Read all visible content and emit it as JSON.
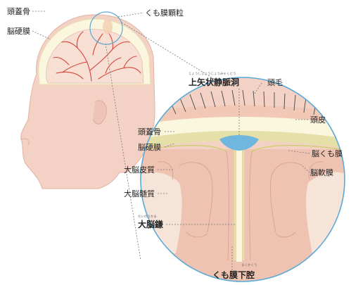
{
  "labels": {
    "skull_outer": "頭蓋骨",
    "dura_outer": "脳硬膜",
    "arachnoid_granulation": "くも膜顆粒",
    "sinus": "上矢状静脈洞",
    "sinus_ruby": "じょうしじょうじょうみゃくどう",
    "hair": "頭毛",
    "scalp": "頭皮",
    "skull_inner": "頭蓋骨",
    "dura_inner": "脳硬膜",
    "arachnoid": "脳くも膜",
    "pia": "脳軟膜",
    "cortex": "大脳皮質",
    "medulla": "大脳髄質",
    "falx": "大脳鎌",
    "falx_ruby": "だいのうかま",
    "subarachnoid": "くも膜下腔",
    "subarachnoid_ruby": "まくかくう"
  },
  "colors": {
    "skin": "#f3d2c5",
    "skin_line": "#e0b3a2",
    "skull": "#fbf6de",
    "dura": "#e5e0a8",
    "cortex": "#efc3b1",
    "medulla": "#f7e4d8",
    "sinus": "#6fb7de",
    "vessel": "#d9433c",
    "circle_border": "#5aa9d8"
  }
}
